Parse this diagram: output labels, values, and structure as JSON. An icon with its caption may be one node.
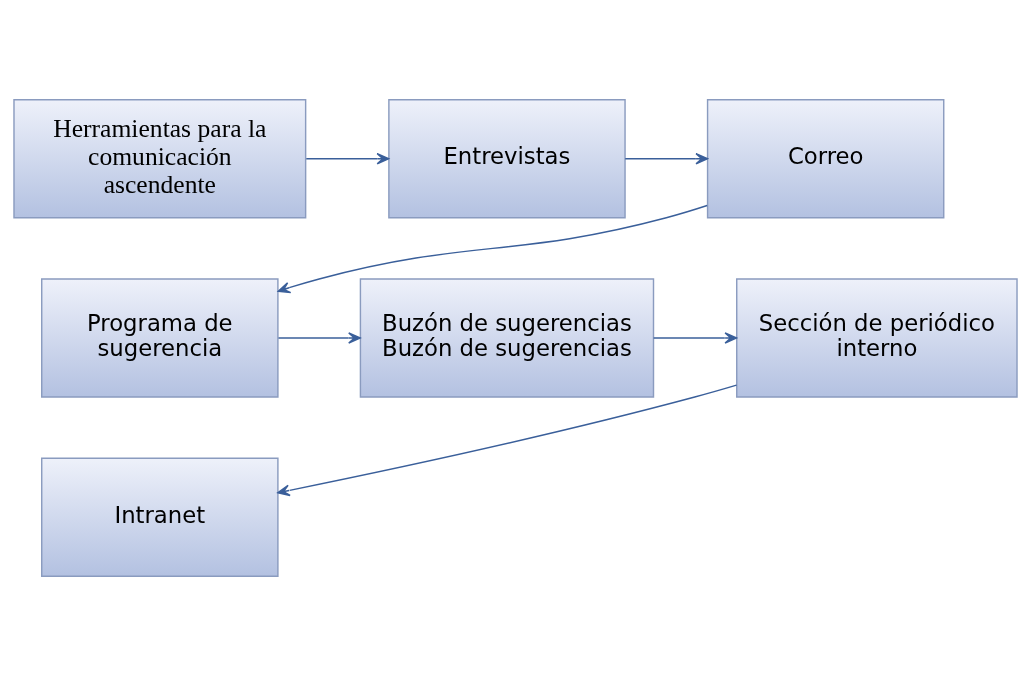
{
  "diagram": {
    "nodes": [
      {
        "text": [
          "Herramientas para la comunicación ascendente"
        ]
      },
      {
        "text": [
          "Entrevistas"
        ]
      },
      {
        "text": [
          "Correo"
        ]
      },
      {
        "text": [
          "Programa de sugerencia"
        ]
      },
      {
        "text": [
          "Buzón de sugerencias Buzón de sugerencias"
        ]
      },
      {
        "text": [
          "Sección de periódico interno"
        ]
      },
      {
        "text": [
          "Intranet"
        ]
      }
    ],
    "edges": [
      {
        "from": 0,
        "to": 1,
        "arrow": "to"
      },
      {
        "from": 1,
        "to": 2,
        "arrow": "to"
      },
      {
        "from": 2,
        "to": 3,
        "arrow": "to"
      },
      {
        "from": 3,
        "to": 4,
        "arrow": "to"
      },
      {
        "from": 4,
        "to": 5,
        "arrow": "to"
      },
      {
        "from": 5,
        "to": 6,
        "arrow": "to"
      }
    ]
  }
}
